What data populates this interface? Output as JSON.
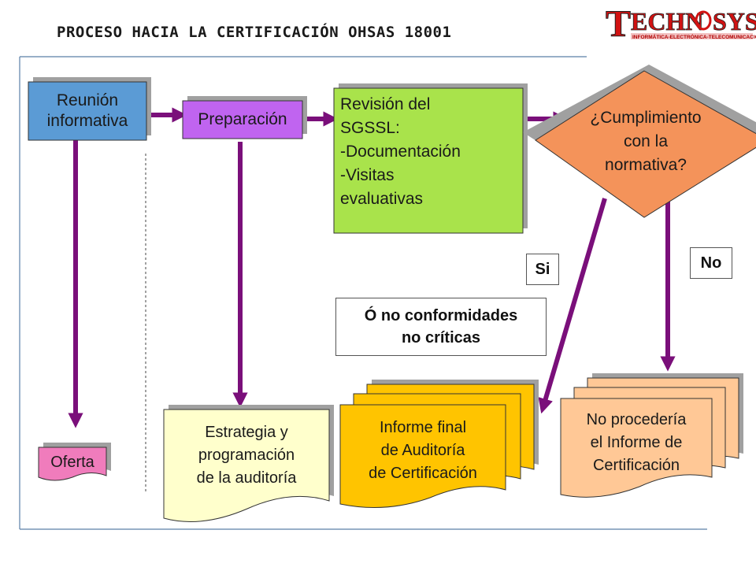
{
  "title": "PROCESO HACIA LA CERTIFICACIÓN OHSAS 18001",
  "logo": {
    "name": "TECHNOSYS",
    "tagline": "INFORMÁTICA-ELECTRÓNICA-TELECOMUNICACIONES"
  },
  "nodes": {
    "reunion": "Reunión\ninformativa",
    "preparacion": "Preparación",
    "revision": "Revisión del\nSGSSL:\n-Documentación\n-Visitas\nevaluativas",
    "cumplimiento": "¿Cumplimiento\ncon la\nnormativa?",
    "oferta": "Oferta",
    "estrategia": "Estrategia y\nprogramación\nde la auditoría",
    "informe_final": "Informe final\nde Auditoría\nde Certificación",
    "no_procederia": "No procedería\nel Informe de\nCertificación"
  },
  "labels": {
    "si": "Si",
    "no": "No",
    "no_conformidades": "Ó no conformidades\nno críticas"
  },
  "colors": {
    "reunion": "#5b9bd5",
    "preparacion": "#c064f0",
    "revision": "#a9e34b",
    "cumplimiento": "#f4935a",
    "oferta": "#f07cbc",
    "estrategia": "#ffffcc",
    "informe_final": "#ffc400",
    "no_procederia": "#ffc896",
    "arrow": "#7a0f7a"
  }
}
